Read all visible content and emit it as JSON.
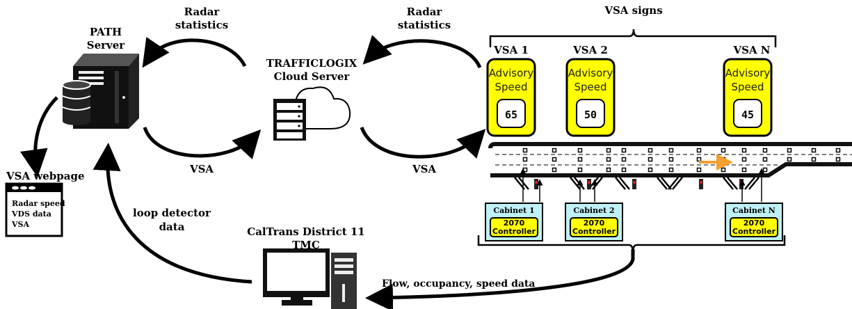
{
  "labels": {
    "path_server": "PATH",
    "path_server_2": "Server",
    "radar_left_1": "Radar",
    "radar_left_2": "statistics",
    "radar_right_1": "Radar",
    "radar_right_2": "statistics",
    "cloud_1": "TRAFFICLOGIX",
    "cloud_2": "Cloud Server",
    "vsa_left": "VSA",
    "vsa_right": "VSA",
    "vsa_signs": "VSA signs",
    "webpage_title": "VSA webpage",
    "loop_1": "loop detector",
    "loop_2": "data",
    "tmc_1": "CalTrans District 11",
    "tmc_2": "TMC",
    "flow": "Flow, occupancy, speed data"
  },
  "webpage_items": [
    "Radar speed",
    "VDS data",
    "VSA"
  ],
  "signs": [
    {
      "name": "VSA 1",
      "line1": "Advisory",
      "line2": "Speed",
      "value": "65"
    },
    {
      "name": "VSA 2",
      "line1": "Advisory",
      "line2": "Speed",
      "value": "50"
    },
    {
      "name": "VSA N",
      "line1": "Advisory",
      "line2": "Speed",
      "value": "45"
    }
  ],
  "cabinets": [
    {
      "name": "Cabinet  1",
      "c1": "2070",
      "c2": "Controller"
    },
    {
      "name": "Cabinet  2",
      "c1": "2070",
      "c2": "Controller"
    },
    {
      "name": "Cabinet  N",
      "c1": "2070",
      "c2": "Controller"
    }
  ],
  "colors": {
    "sign_yellow": "#ffff00",
    "cabinet_blue": "#bff0f5",
    "arrow_orange": "#f5a030"
  }
}
